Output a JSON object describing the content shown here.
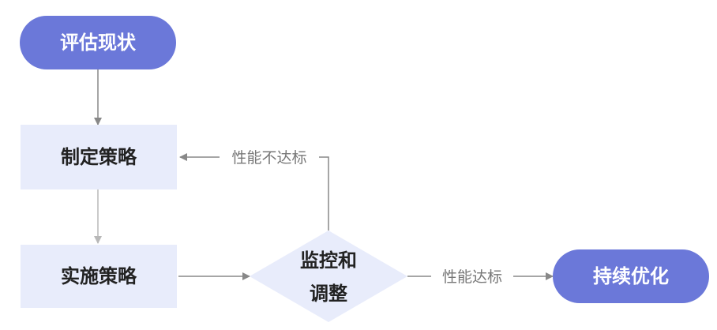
{
  "colors": {
    "terminal_fill": "#6b78d9",
    "process_fill": "#e8ecfb",
    "decision_fill": "#e8ecfb",
    "arrow": "#888888",
    "arrow_light": "#b8b8b8",
    "terminal_text": "#ffffff",
    "process_text": "#222222",
    "label_text": "#777777"
  },
  "nodes": {
    "start": "评估现状",
    "plan": "制定策略",
    "implement": "实施策略",
    "monitor_line1": "监控和",
    "monitor_line2": "调整",
    "end": "持续优化"
  },
  "edges": {
    "fail_label": "性能不达标",
    "pass_label": "性能达标"
  }
}
